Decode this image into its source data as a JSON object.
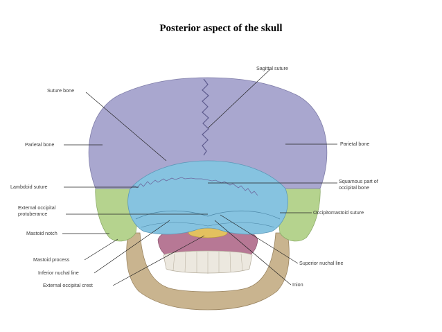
{
  "title": "Posterior aspect of the skull",
  "labels": {
    "sagittal_suture": "Sagittal suture",
    "suture_bone": "Suture bone",
    "parietal_bone_left": "Parietal bone",
    "parietal_bone_right": "Parietal bone",
    "lambdoid_suture": "Lambdoid suture",
    "squamous_line1": "Squamous part of",
    "squamous_line2": "occipital bone",
    "ext_occ_prot_line1": "External occipital",
    "ext_occ_prot_line2": "protuberance",
    "occipitomastoid_suture": "Occipitomastoid suture",
    "mastoid_notch": "Mastoid notch",
    "mastoid_process": "Mastoid process",
    "inferior_nuchal_line": "Inferior nuchal line",
    "superior_nuchal_line": "Superior nuchal line",
    "external_occipital_crest": "External occipital crest",
    "inion": "Inion"
  },
  "colors": {
    "parietal": "#a9a7cf",
    "occipital": "#86c3e0",
    "temporal": "#b5d38e",
    "mandible": "#c9b48f",
    "maxilla_palate": "#b77895",
    "teeth": "#ece8df",
    "vertebra": "#e3c15f"
  }
}
